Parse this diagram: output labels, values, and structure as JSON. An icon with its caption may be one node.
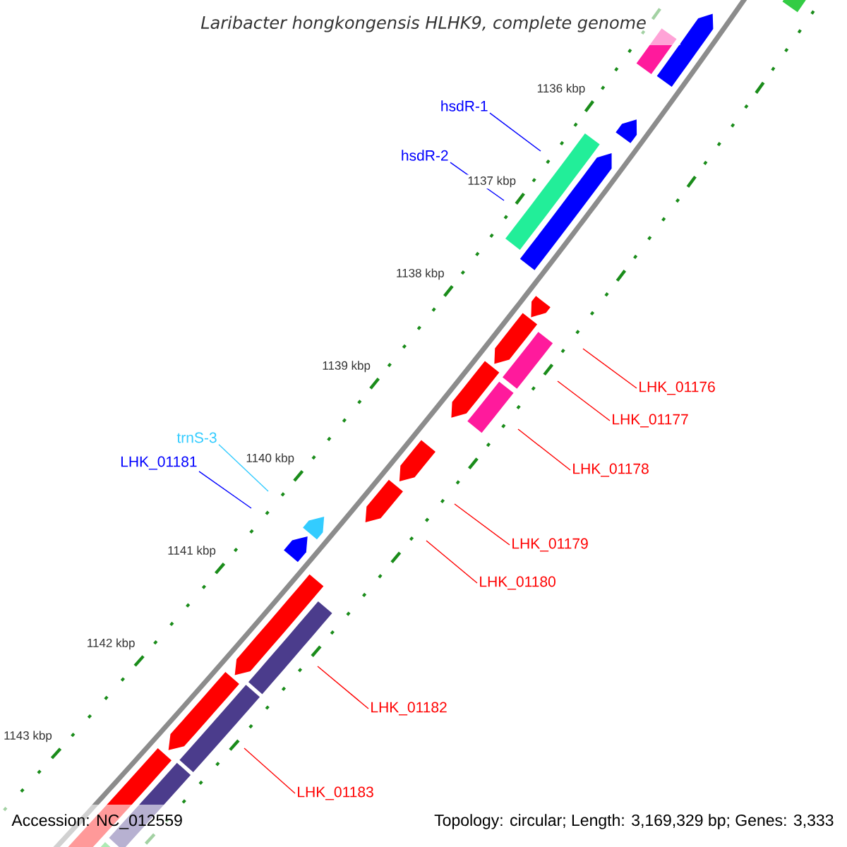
{
  "diagram": {
    "title": "Laribacter hongkongensis HLHK9, complete genome",
    "nodes": [
      {
        "text": [
          "hsdR-1"
        ]
      },
      {
        "text": [
          "hsdR-2"
        ]
      },
      {
        "text": [
          "LHK_01176"
        ]
      },
      {
        "text": [
          "LHK_01177"
        ]
      },
      {
        "text": [
          "trnS-3"
        ]
      },
      {
        "text": [
          "LHK_01181"
        ]
      },
      {
        "text": [
          "LHK_01178"
        ]
      },
      {
        "text": [
          "LHK_01179"
        ]
      },
      {
        "text": [
          "LHK_01180"
        ]
      },
      {
        "text": [
          "LHK_01182"
        ]
      },
      {
        "text": [
          "LHK_01183"
        ]
      }
    ],
    "edges": [
      {
        "from": 0,
        "to": null,
        "arrow": "none",
        "color": "#0000ff"
      },
      {
        "from": 1,
        "to": null,
        "arrow": "none",
        "color": "#0000ff"
      },
      {
        "from": 2,
        "to": null,
        "arrow": "none"
      },
      {
        "from": 3,
        "to": null,
        "arrow": "none"
      },
      {
        "from": 4,
        "to": null,
        "arrow": "none",
        "color": "#33ccff"
      },
      {
        "from": 5,
        "to": null,
        "arrow": "none",
        "color": "#0000ff"
      },
      {
        "from": 6,
        "to": null,
        "arrow": "none"
      },
      {
        "from": 7,
        "to": null,
        "arrow": "none"
      },
      {
        "from": 8,
        "to": null,
        "arrow": "none"
      },
      {
        "from": 9,
        "to": null,
        "arrow": "none"
      },
      {
        "from": 10,
        "to": null,
        "arrow": "none"
      }
    ],
    "labels": [
      "1136 kbp",
      "1137 kbp",
      "1138 kbp",
      "1139 kbp",
      "1140 kbp",
      "1141 kbp",
      "1142 kbp",
      "1143 kbp",
      "Accession: NC_012559",
      "Topology: circular; Length: 3,169,329 bp; Genes: 3,333"
    ]
  }
}
